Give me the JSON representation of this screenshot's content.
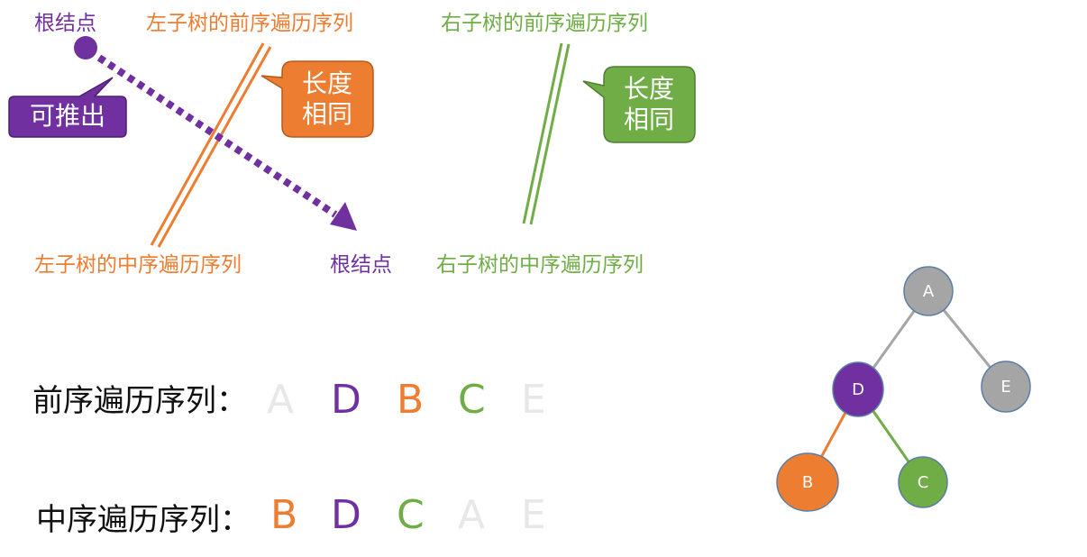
{
  "colors": {
    "purple": "#7030A0",
    "orange": "#ED7D31",
    "green": "#70AD47",
    "gray": "#A5A5A5",
    "light_gray": "#E8E8E8",
    "node_stroke": "#5B7EA6"
  },
  "top": {
    "root_label_top": "根结点",
    "left_preorder_label": "左子树的前序遍历序列",
    "right_preorder_label": "右子树的前序遍历序列",
    "left_inorder_label": "左子树的中序遍历序列",
    "root_label_bottom": "根结点",
    "right_inorder_label": "右子树的中序遍历序列"
  },
  "callouts": {
    "derivable": "可推出",
    "same_length_orange": [
      "长度",
      "相同"
    ],
    "same_length_green": [
      "长度",
      "相同"
    ]
  },
  "sequences": {
    "preorder_label": "前序遍历序列：",
    "preorder": [
      {
        "letter": "A",
        "color": "#E8E8E8"
      },
      {
        "letter": "D",
        "color": "#7030A0"
      },
      {
        "letter": "B",
        "color": "#ED7D31"
      },
      {
        "letter": "C",
        "color": "#70AD47"
      },
      {
        "letter": "E",
        "color": "#E8E8E8"
      }
    ],
    "inorder_label": "中序遍历序列：",
    "inorder": [
      {
        "letter": "B",
        "color": "#ED7D31"
      },
      {
        "letter": "D",
        "color": "#7030A0"
      },
      {
        "letter": "C",
        "color": "#70AD47"
      },
      {
        "letter": "A",
        "color": "#E8E8E8"
      },
      {
        "letter": "E",
        "color": "#E8E8E8"
      }
    ]
  },
  "tree": {
    "nodes": [
      {
        "id": "A",
        "label": "A",
        "color": "#A5A5A5"
      },
      {
        "id": "D",
        "label": "D",
        "color": "#7030A0"
      },
      {
        "id": "E",
        "label": "E",
        "color": "#A5A5A5"
      },
      {
        "id": "B",
        "label": "B",
        "color": "#ED7D31"
      },
      {
        "id": "C",
        "label": "C",
        "color": "#70AD47"
      }
    ],
    "edges": [
      {
        "from": "A",
        "to": "D",
        "color": "#A5A5A5"
      },
      {
        "from": "A",
        "to": "E",
        "color": "#A5A5A5"
      },
      {
        "from": "D",
        "to": "B",
        "color": "#ED7D31"
      },
      {
        "from": "D",
        "to": "C",
        "color": "#70AD47"
      }
    ]
  }
}
